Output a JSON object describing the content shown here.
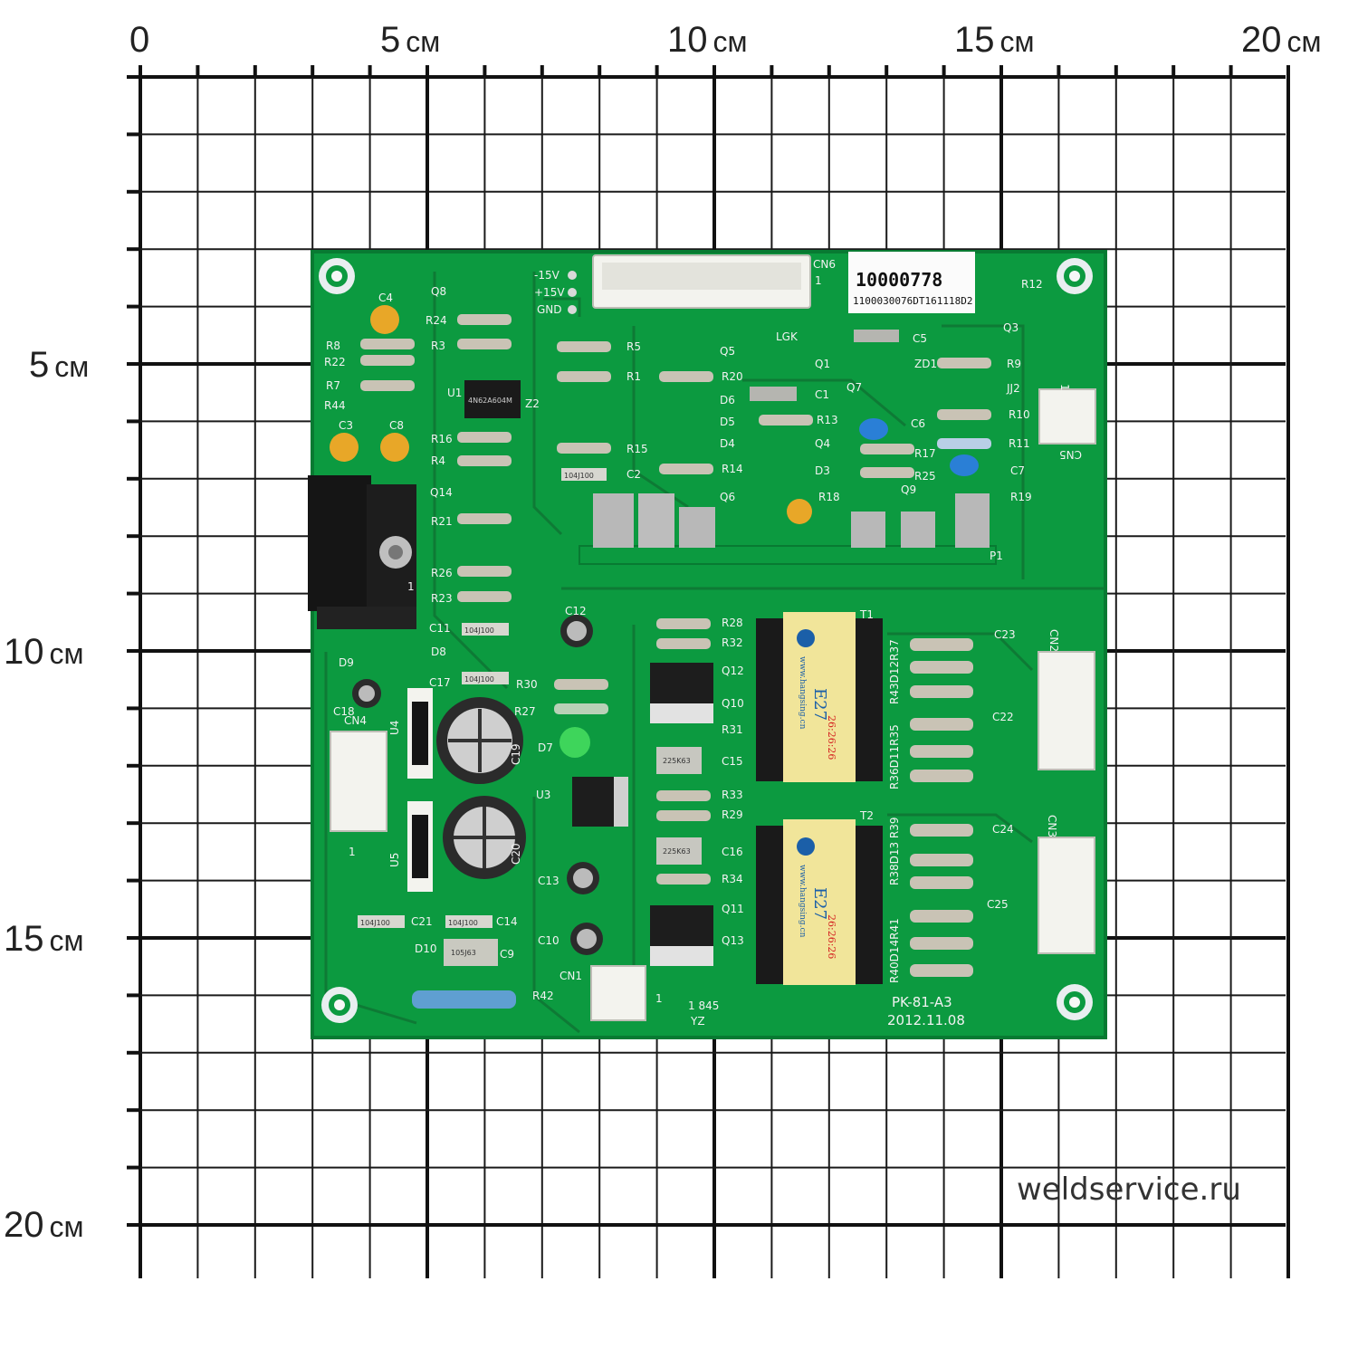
{
  "ruler": {
    "top_labels": [
      {
        "num": "0",
        "unit": ""
      },
      {
        "num": "5",
        "unit": "см"
      },
      {
        "num": "10",
        "unit": "см"
      },
      {
        "num": "15",
        "unit": "см"
      },
      {
        "num": "20",
        "unit": "см"
      }
    ],
    "left_labels": [
      {
        "num": "5",
        "unit": "см"
      },
      {
        "num": "10",
        "unit": "см"
      },
      {
        "num": "15",
        "unit": "см"
      },
      {
        "num": "20",
        "unit": "см"
      }
    ]
  },
  "board": {
    "sticker_number": "10000778",
    "sticker_serial": "1100030076DT161118D2",
    "model": "PK-81-A3",
    "date": "2012.11.08",
    "power_labels": [
      "-15V",
      "+15V",
      "GND"
    ],
    "code_small": "1 845",
    "code_small2": "YZ",
    "transformer_brand": "E27",
    "transformer_site": "www.hangsing.cn",
    "transformer_code": "26:26:26",
    "cap_film_label": "104J100",
    "cap_box_label": "225K63",
    "cap_c9_label": "105J63",
    "ic_label": "4N62A604M",
    "designators": {
      "c4": "C4",
      "q8": "Q8",
      "r24": "R24",
      "r8": "R8",
      "r3": "R3",
      "r22": "R22",
      "r7": "R7",
      "r44": "R44",
      "u1": "U1",
      "z2": "Z2",
      "r16": "R16",
      "r4": "R4",
      "c3": "C3",
      "c8": "C8",
      "q14": "Q14",
      "r21": "R21",
      "r26": "R26",
      "r23": "R23",
      "c11": "C11",
      "d9": "D9",
      "d8": "D8",
      "c17": "C17",
      "c18": "C18",
      "cn4": "CN4",
      "u4": "U4",
      "u5": "U5",
      "c19": "C19",
      "c20": "C20",
      "c21": "C21",
      "c14": "C14",
      "d10": "D10",
      "c9": "C9",
      "r42": "R42",
      "cn1": "CN1",
      "c12": "C12",
      "r30": "R30",
      "r27": "R27",
      "d7": "D7",
      "u3": "U3",
      "c13": "C13",
      "c10": "C10",
      "r5": "R5",
      "q5": "Q5",
      "r1": "R1",
      "r20": "R20",
      "d6": "D6",
      "d5": "D5",
      "d4": "D4",
      "r15": "R15",
      "c2": "C2",
      "r14": "R14",
      "q6": "Q6",
      "lgk": "LGK",
      "c1": "C1",
      "r13": "R13",
      "q4": "Q4",
      "d3": "D3",
      "r18": "R18",
      "c5": "C5",
      "q1": "Q1",
      "zd1": "ZD1",
      "r9": "R9",
      "q3": "Q3",
      "r12": "R12",
      "q7": "Q7",
      "jj2": "JJ2",
      "r10": "R10",
      "c6": "C6",
      "r17": "R17",
      "r11": "R11",
      "r25": "R25",
      "c7": "C7",
      "q9": "Q9",
      "r19": "R19",
      "cn6": "CN6",
      "cn6_pin": "1",
      "cn5": "CN5",
      "cn5_pin": "1",
      "p1": "P1",
      "r28": "R28",
      "r32": "R32",
      "q12": "Q12",
      "q10": "Q10",
      "r31": "R31",
      "c15": "C15",
      "r33": "R33",
      "r29": "R29",
      "c16": "C16",
      "r34": "R34",
      "q11": "Q11",
      "q13": "Q13",
      "t1": "T1",
      "t2": "T2",
      "c23": "C23",
      "c22": "C22",
      "c24": "C24",
      "c25": "C25",
      "cn2": "CN2",
      "cn3": "CN3",
      "t1_col_a": "R43D12R37",
      "t1_col_b": "R36D11R35",
      "t2_col_a": "R38D13 R39",
      "t2_col_b": "R40D14R41",
      "pin1": "1"
    }
  },
  "watermark": "weldservice.ru",
  "colors": {
    "pcb": "#0c9a40",
    "pcb_dark": "#087a32",
    "silk": "#f2f2f2",
    "grid": "#1a1a1a",
    "header": "#f3f3ee",
    "transformer": "#f1e59a"
  }
}
